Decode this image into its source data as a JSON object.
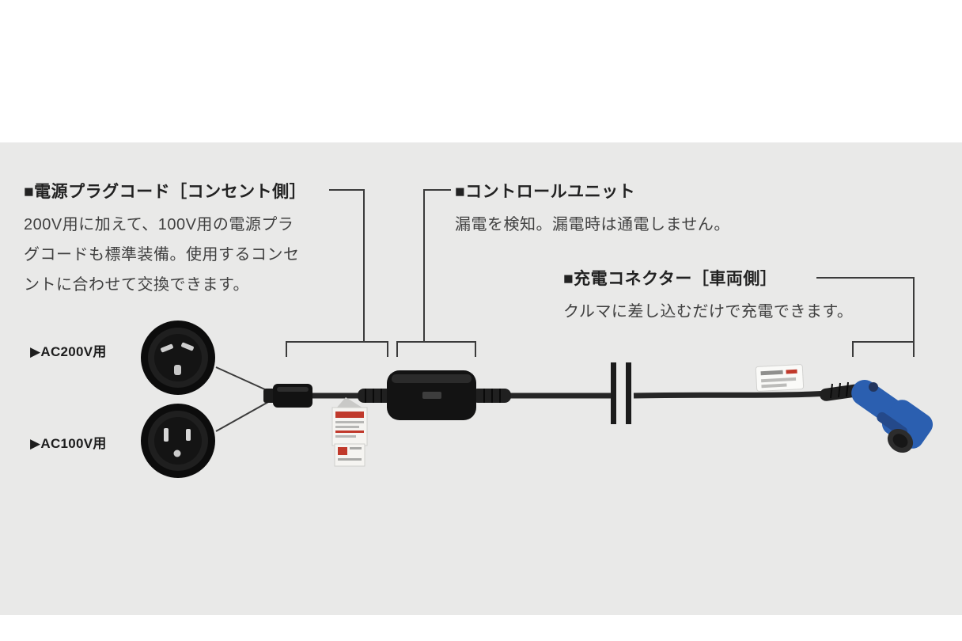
{
  "annotations": {
    "plug_cord": {
      "title": "■電源プラグコード［コンセント側］",
      "desc_lines": [
        "200V用に加えて、100V用の電源プラ",
        "グコードも標準装備。使用するコンセ",
        "ントに合わせて交換できます。"
      ]
    },
    "control_unit": {
      "title": "■コントロールユニット",
      "desc": "漏電を検知。漏電時は通電しません。"
    },
    "charge_connector": {
      "title": "■充電コネクター［車両側］",
      "desc": "クルマに差し込むだけで充電できます。"
    }
  },
  "plug_options": [
    {
      "label": "▶AC200V用"
    },
    {
      "label": "▶AC100V用"
    }
  ],
  "colors": {
    "connector_blue": "#2b5fb0",
    "connector_blue_dark": "#24498a",
    "line": "#3b3b3b",
    "cable": "#262626",
    "tag_red": "#c0392b"
  }
}
